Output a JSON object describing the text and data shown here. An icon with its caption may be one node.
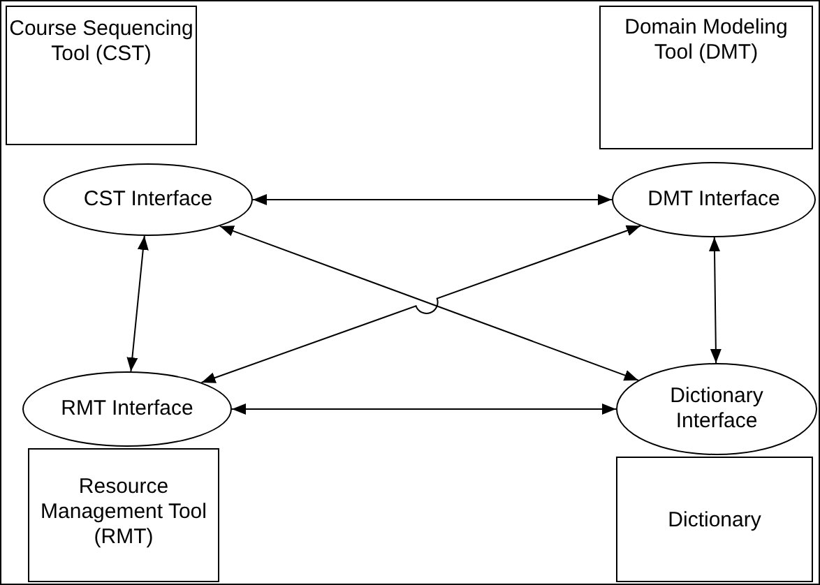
{
  "diagram": {
    "nodes": [
      {
        "text": [
          "Course Sequencing Tool (CST)"
        ]
      },
      {
        "text": [
          "Domain Modeling Tool (DMT)"
        ]
      },
      {
        "text": [
          "CST Interface"
        ]
      },
      {
        "text": [
          "DMT Interface"
        ]
      },
      {
        "text": [
          "RMT Interface"
        ]
      },
      {
        "text": [
          "Dictionary Interface"
        ]
      },
      {
        "text": [
          "Resource Management Tool (RMT)"
        ]
      },
      {
        "text": [
          "Dictionary"
        ]
      }
    ],
    "edges": [
      {
        "from": 2,
        "to": 3,
        "arrow": "both"
      },
      {
        "from": 2,
        "to": 4,
        "arrow": "both"
      },
      {
        "from": 3,
        "to": 5,
        "arrow": "both"
      },
      {
        "from": 4,
        "to": 5,
        "arrow": "both"
      },
      {
        "from": 2,
        "to": 5,
        "arrow": "both"
      },
      {
        "from": 3,
        "to": 4,
        "arrow": "both"
      }
    ]
  }
}
